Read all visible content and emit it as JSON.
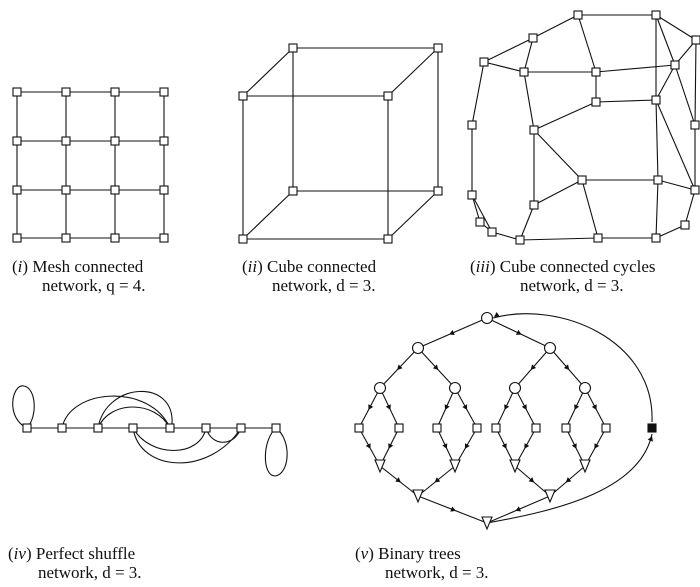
{
  "figures": [
    {
      "id": "mesh",
      "roman": "i",
      "line1": "Mesh connected",
      "line2": "network, q = 4."
    },
    {
      "id": "cube",
      "roman": "ii",
      "line1": "Cube connected",
      "line2": "network, d = 3."
    },
    {
      "id": "ccc",
      "roman": "iii",
      "line1": "Cube connected cycles",
      "line2": "network, d = 3."
    },
    {
      "id": "shuffle",
      "roman": "iv",
      "line1": "Perfect shuffle",
      "line2": "network, d = 3."
    },
    {
      "id": "trees",
      "roman": "v",
      "line1": "Binary trees",
      "line2": "network, d = 3."
    }
  ]
}
